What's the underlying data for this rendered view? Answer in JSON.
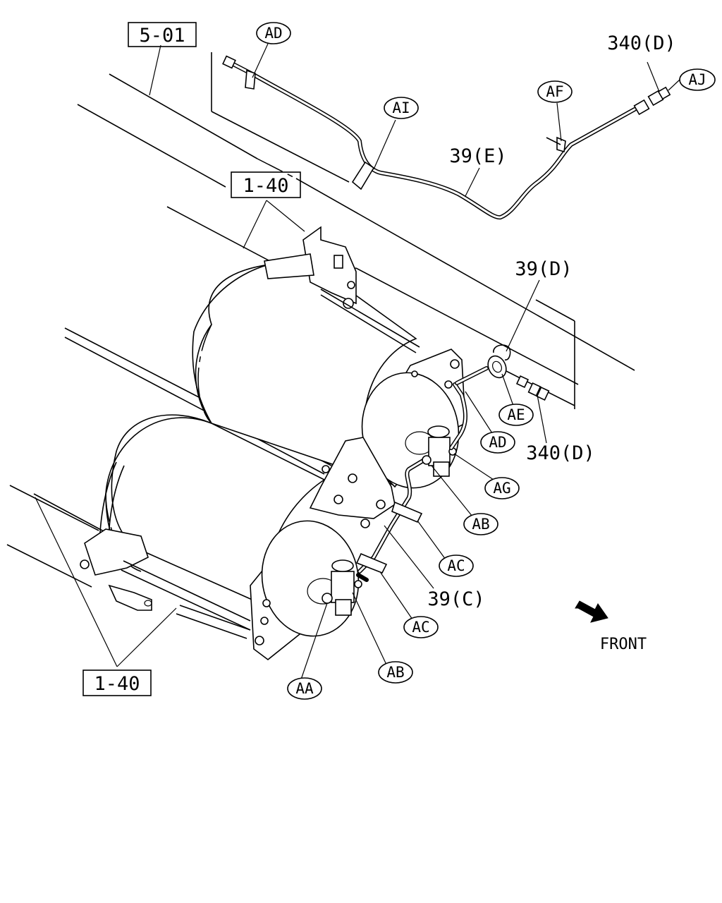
{
  "references": {
    "ref_5_01": "5-01",
    "ref_1_40_top": "1-40",
    "ref_1_40_bottom": "1-40"
  },
  "callouts": {
    "ad_top": "AD",
    "ai": "AI",
    "af": "AF",
    "aj": "AJ",
    "ae": "AE",
    "ad_mid": "AD",
    "ag": "AG",
    "ab_upper": "AB",
    "ac_upper": "AC",
    "ac_lower": "AC",
    "ab_lower": "AB",
    "aa": "AA"
  },
  "part_labels": {
    "p340d_top": "340(D)",
    "p39e": "39(E)",
    "p39d": "39(D)",
    "p340d_mid": "340(D)",
    "p39c": "39(C)"
  },
  "front_label": "FRONT"
}
